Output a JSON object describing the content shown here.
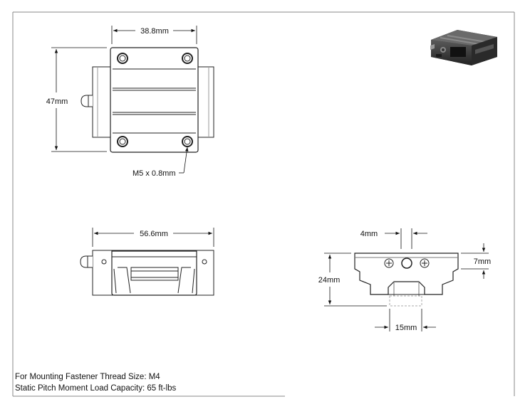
{
  "views": {
    "top": {
      "width_label": "38.8mm",
      "height_label": "47mm",
      "hole_callout": "M5 x 0.8mm"
    },
    "side": {
      "length_label": "56.6mm"
    },
    "end": {
      "hole_spacing_label": "4mm",
      "total_height_label": "24mm",
      "top_offset_label": "7mm",
      "rail_width_label": "15mm"
    }
  },
  "notes": {
    "fastener_thread": "For Mounting Fastener Thread Size: M4",
    "moment_load": "Static Pitch Moment Load Capacity: 65 ft-lbs"
  }
}
